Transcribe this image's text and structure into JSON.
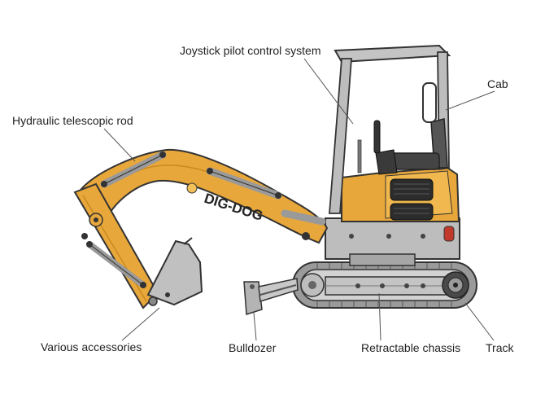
{
  "brand": {
    "text": "DIG-DOG"
  },
  "labels": {
    "joystick": "Joystick pilot control system",
    "cab": "Cab",
    "hydraulic_rod": "Hydraulic telescopic rod",
    "accessories": "Various accessories",
    "bulldozer": "Bulldozer",
    "chassis": "Retractable chassis",
    "track": "Track"
  },
  "colors": {
    "body_yellow": "#e8a73a",
    "body_yellow_dark": "#c98a1f",
    "metal_gray": "#b9b9b9",
    "metal_dark": "#8a8a8a",
    "outline": "#333333",
    "grille": "#2c2c2c",
    "leader_line": "#555555"
  }
}
